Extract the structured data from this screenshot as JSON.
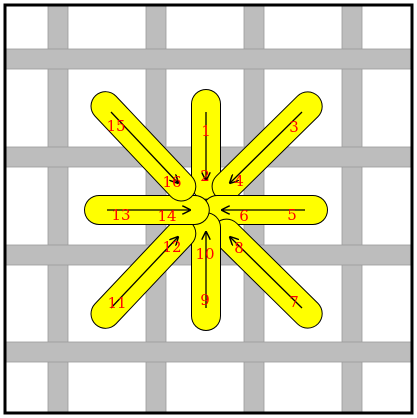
{
  "colors": {
    "background": "#ffffff",
    "frame": "#000000",
    "thread": "#bdbdbd",
    "thread_edge": "#9a9a9a",
    "stitch_fill": "#ffff00",
    "stitch_outline": "#000000",
    "arrow": "#000000",
    "number": "#ff0000"
  },
  "stitches": [
    {
      "name": "stitch-top",
      "labels": [
        "1",
        "2"
      ]
    },
    {
      "name": "stitch-top-right",
      "labels": [
        "3",
        "4"
      ]
    },
    {
      "name": "stitch-right",
      "labels": [
        "5",
        "6"
      ]
    },
    {
      "name": "stitch-bottom-right",
      "labels": [
        "7",
        "8"
      ]
    },
    {
      "name": "stitch-bottom",
      "labels": [
        "9",
        "10"
      ]
    },
    {
      "name": "stitch-bottom-left",
      "labels": [
        "11",
        "12"
      ]
    },
    {
      "name": "stitch-left",
      "labels": [
        "13",
        "14"
      ]
    },
    {
      "name": "stitch-top-left",
      "labels": [
        "15",
        "16"
      ]
    }
  ]
}
